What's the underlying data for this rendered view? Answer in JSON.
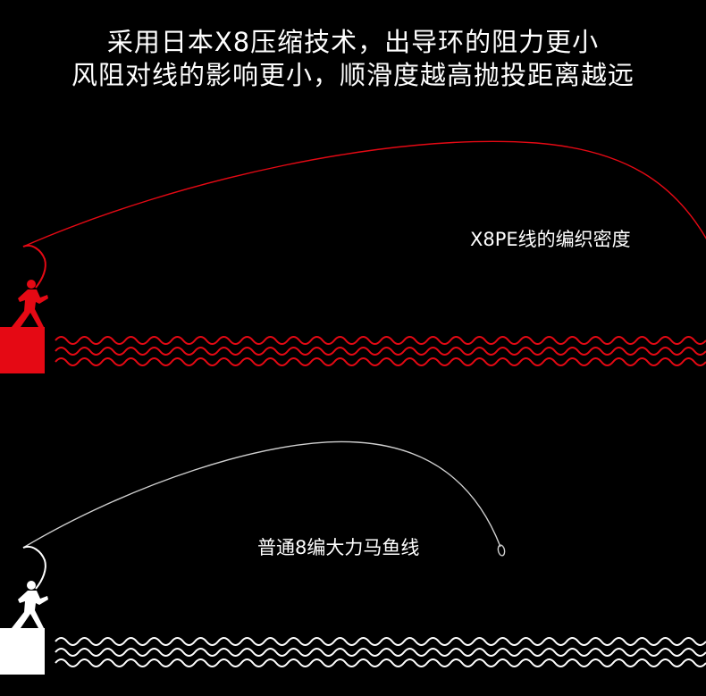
{
  "headline": {
    "line1": "采用日本X8压缩技术，出导环的阻力更小",
    "line2": "风阻对线的影响更小，顺滑度越高抛投距离越远"
  },
  "panels": {
    "top": {
      "label": "X8PE线的编织密度",
      "color": "#e50914",
      "icons": [
        "angler-silhouette-icon",
        "pier-block-icon",
        "wave-icon"
      ]
    },
    "bottom": {
      "label": "普通8编大力马鱼线",
      "color": "#ffffff",
      "line_color": "#cfcfcf",
      "icons": [
        "angler-silhouette-icon",
        "pier-block-icon",
        "wave-icon",
        "lure-icon"
      ]
    }
  }
}
